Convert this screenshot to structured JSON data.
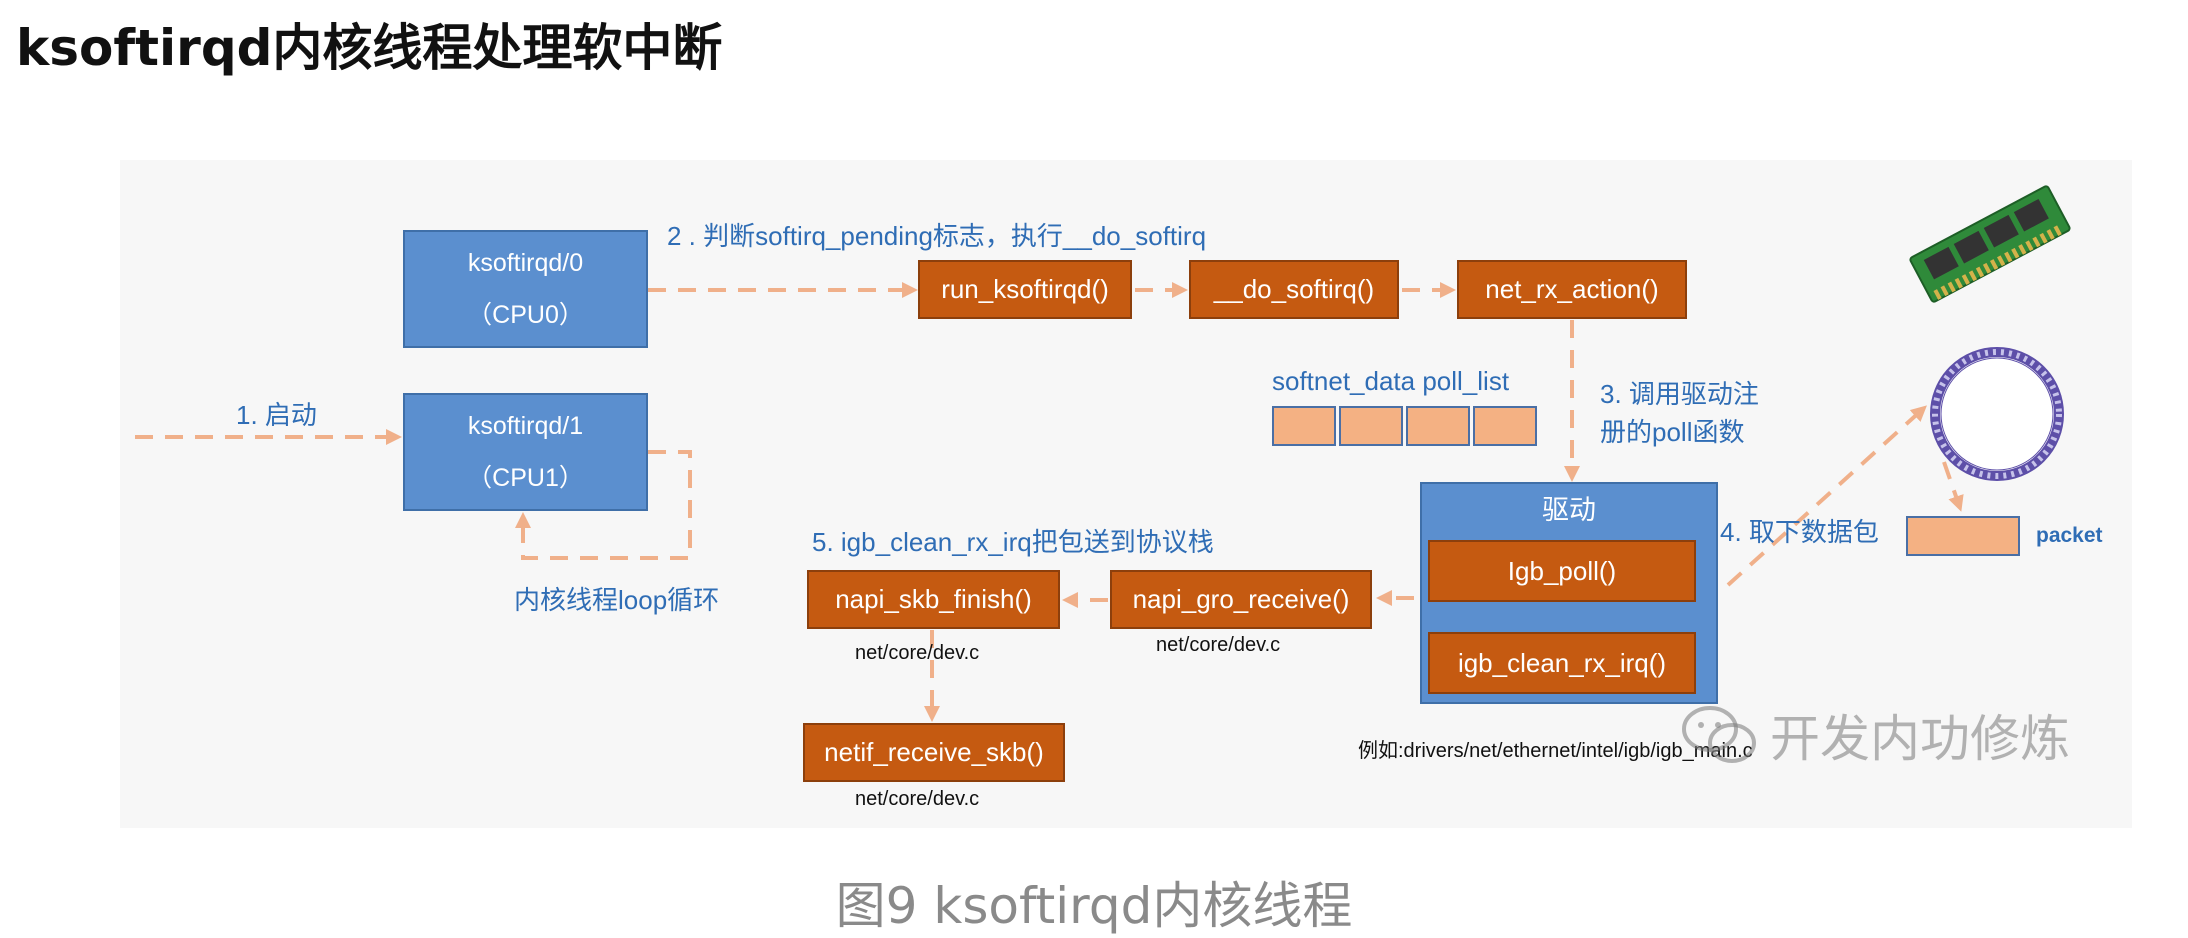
{
  "page_title": "ksoftirqd内核线程处理软中断",
  "caption": "图9 ksoftirqd内核线程",
  "watermark": "开发内功修炼",
  "colors": {
    "blue_box": "#5b8fcf",
    "orange_box": "#c55a11",
    "blue_text": "#2f6db5",
    "arrow": "#f0b08a",
    "queue_cell": "#f4b183"
  },
  "nodes": {
    "ksoftirqd0": {
      "line1": "ksoftirqd/0",
      "line2": "（CPU0）"
    },
    "ksoftirqd1": {
      "line1": "ksoftirqd/1",
      "line2": "（CPU1）"
    },
    "run_ksoftirqd": "run_ksoftirqd()",
    "do_softirq": "__do_softirq()",
    "net_rx_action": "net_rx_action()",
    "driver": {
      "title": "驱动",
      "igb_poll": "Igb_poll()",
      "igb_clean_rx_irq": "igb_clean_rx_irq()"
    },
    "napi_gro_receive": "napi_gro_receive()",
    "napi_skb_finish": "napi_skb_finish()",
    "netif_receive_skb": "netif_receive_skb()"
  },
  "labels": {
    "step1": "1. 启动",
    "step2": "2 . 判断softirq_pending标志，执行__do_softirq",
    "step3_line1": "3. 调用驱动注",
    "step3_line2": "册的poll函数",
    "step4": "4. 取下数据包",
    "step5": "5. igb_clean_rx_irq把包送到协议栈",
    "loop": "内核线程loop循环",
    "softnet": "softnet_data poll_list",
    "packet": "packet",
    "dev_c_1": "net/core/dev.c",
    "dev_c_2": "net/core/dev.c",
    "dev_c_3": "net/core/dev.c",
    "driver_path": "例如:drivers/net/ethernet/intel/igb/igb_main.c"
  },
  "icons": [
    "memory-module-icon",
    "ring-buffer-icon",
    "wechat-icon"
  ]
}
